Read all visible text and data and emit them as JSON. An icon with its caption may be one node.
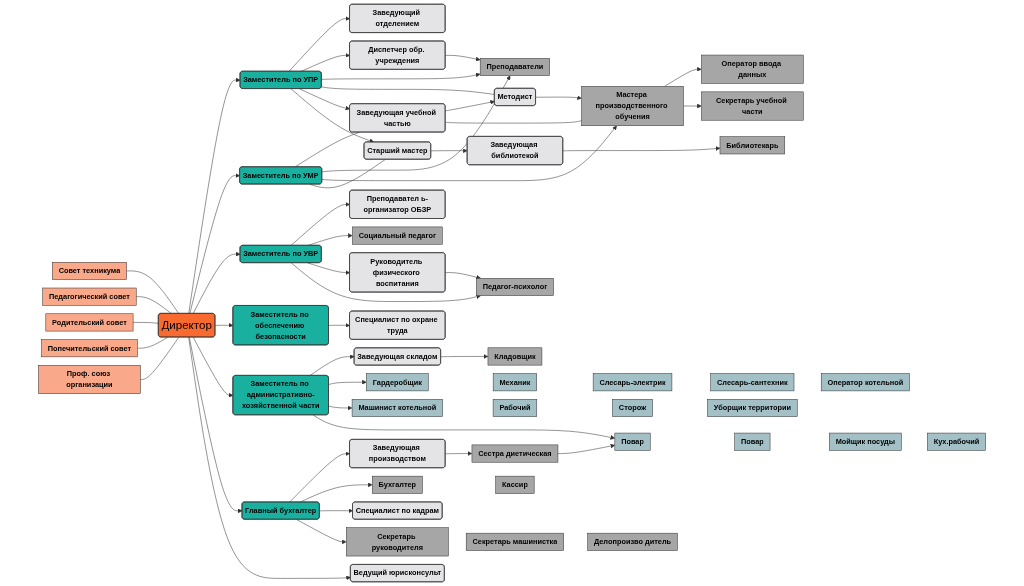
{
  "diagram": {
    "nodes": [
      {
        "text": [
          "Директор"
        ]
      },
      {
        "text": [
          "Совет техникума"
        ]
      },
      {
        "text": [
          "Педагогический совет"
        ]
      },
      {
        "text": [
          "Родительский совет"
        ]
      },
      {
        "text": [
          "Попечительский совет"
        ]
      },
      {
        "text": [
          "Проф. союз организации"
        ]
      },
      {
        "text": [
          "Заместитель по УПР"
        ]
      },
      {
        "text": [
          "Заместитель по УМР"
        ]
      },
      {
        "text": [
          "Заместитель по УВР"
        ]
      },
      {
        "text": [
          "Заместитель по обеспечению безопасности"
        ]
      },
      {
        "text": [
          "Заместитель по административно-хозяйственной части"
        ]
      },
      {
        "text": [
          "Главный бухгалтер"
        ]
      },
      {
        "text": [
          "Заведующий отделением"
        ]
      },
      {
        "text": [
          "Заведующая учебной частью"
        ]
      },
      {
        "text": [
          "Старший мастер"
        ]
      },
      {
        "text": [
          "Диспетчер обр. учреждения"
        ]
      },
      {
        "text": [
          "Методист"
        ]
      },
      {
        "text": [
          "Заведующая библиотекой"
        ]
      },
      {
        "text": [
          "Преподавател ь-организатор ОБЗР"
        ]
      },
      {
        "text": [
          "Руководитель физического воспитания"
        ]
      },
      {
        "text": [
          "Специалист по охране труда"
        ]
      },
      {
        "text": [
          "Заведующая складом"
        ]
      },
      {
        "text": [
          "Заведующая производством"
        ]
      },
      {
        "text": [
          "Специалист по кадрам"
        ]
      },
      {
        "text": [
          "Ведущий юрисконсульт"
        ]
      },
      {
        "text": [
          "Преподаватели"
        ]
      },
      {
        "text": [
          "Мастера производственного обучения"
        ]
      },
      {
        "text": [
          "Библиотекарь"
        ]
      },
      {
        "text": [
          "Социальный педагог"
        ]
      },
      {
        "text": [
          "Педагог-психолог"
        ]
      },
      {
        "text": [
          "Кладовщик"
        ]
      },
      {
        "text": [
          "Сестра диетическая"
        ]
      },
      {
        "text": [
          "Бухгалтер"
        ]
      },
      {
        "text": [
          "Секретарь руководителя"
        ]
      },
      {
        "text": [
          "Кассир"
        ]
      },
      {
        "text": [
          "Секретарь машинистка"
        ]
      },
      {
        "text": [
          "Делопроизво дитель"
        ]
      },
      {
        "text": [
          "Оператор ввода данных"
        ]
      },
      {
        "text": [
          "Секретарь учебной части"
        ]
      },
      {
        "text": [
          "Гардеробщик"
        ]
      },
      {
        "text": [
          "Механик"
        ]
      },
      {
        "text": [
          "Слесарь-электрик"
        ]
      },
      {
        "text": [
          "Слесарь-сантехник"
        ]
      },
      {
        "text": [
          "Оператор котельной"
        ]
      },
      {
        "text": [
          "Машинист котельной"
        ]
      },
      {
        "text": [
          "Рабочий"
        ]
      },
      {
        "text": [
          "Сторож"
        ]
      },
      {
        "text": [
          "Уборщик территории"
        ]
      },
      {
        "text": [
          "Повар"
        ]
      },
      {
        "text": [
          "Повар"
        ]
      },
      {
        "text": [
          "Мойщик посуды"
        ]
      },
      {
        "text": [
          "Кух.рабочий"
        ]
      }
    ],
    "edges": [
      {
        "from": 0,
        "to": 1,
        "arrow": "none"
      },
      {
        "from": 0,
        "to": 2,
        "arrow": "none"
      },
      {
        "from": 0,
        "to": 3,
        "arrow": "none"
      },
      {
        "from": 0,
        "to": 4,
        "arrow": "none"
      },
      {
        "from": 0,
        "to": 5,
        "arrow": "none"
      },
      {
        "from": 0,
        "to": 6,
        "arrow": "to"
      },
      {
        "from": 0,
        "to": 7,
        "arrow": "to"
      },
      {
        "from": 0,
        "to": 8,
        "arrow": "to"
      },
      {
        "from": 0,
        "to": 9,
        "arrow": "to"
      },
      {
        "from": 0,
        "to": 10,
        "arrow": "to"
      },
      {
        "from": 0,
        "to": 11,
        "arrow": "to"
      },
      {
        "from": 0,
        "to": 24,
        "arrow": "to"
      },
      {
        "from": 6,
        "to": 12,
        "arrow": "to"
      },
      {
        "from": 6,
        "to": 15,
        "arrow": "to"
      },
      {
        "from": 6,
        "to": 25,
        "arrow": "to"
      },
      {
        "from": 6,
        "to": 16,
        "arrow": "none"
      },
      {
        "from": 6,
        "to": 13,
        "arrow": "to"
      },
      {
        "from": 6,
        "to": 14,
        "arrow": "to"
      },
      {
        "from": 7,
        "to": 13,
        "arrow": "none"
      },
      {
        "from": 7,
        "to": 25,
        "arrow": "to"
      },
      {
        "from": 7,
        "to": 26,
        "arrow": "to"
      },
      {
        "from": 7,
        "to": 14,
        "arrow": "none"
      },
      {
        "from": 13,
        "to": 16,
        "arrow": "to"
      },
      {
        "from": 13,
        "to": 26,
        "arrow": "none"
      },
      {
        "from": 14,
        "to": 17,
        "arrow": "to"
      },
      {
        "from": 15,
        "to": 25,
        "arrow": "to"
      },
      {
        "from": 16,
        "to": 26,
        "arrow": "to"
      },
      {
        "from": 17,
        "to": 27,
        "arrow": "to"
      },
      {
        "from": 26,
        "to": 37,
        "arrow": "to"
      },
      {
        "from": 26,
        "to": 38,
        "arrow": "to"
      },
      {
        "from": 8,
        "to": 18,
        "arrow": "to"
      },
      {
        "from": 8,
        "to": 28,
        "arrow": "to"
      },
      {
        "from": 8,
        "to": 19,
        "arrow": "to"
      },
      {
        "from": 8,
        "to": 29,
        "arrow": "to"
      },
      {
        "from": 19,
        "to": 29,
        "arrow": "to"
      },
      {
        "from": 9,
        "to": 20,
        "arrow": "to"
      },
      {
        "from": 10,
        "to": 21,
        "arrow": "to"
      },
      {
        "from": 10,
        "to": 39,
        "arrow": "to"
      },
      {
        "from": 10,
        "to": 44,
        "arrow": "to"
      },
      {
        "from": 10,
        "to": 48,
        "arrow": "to"
      },
      {
        "from": 21,
        "to": 30,
        "arrow": "to"
      },
      {
        "from": 22,
        "to": 31,
        "arrow": "to"
      },
      {
        "from": 31,
        "to": 48,
        "arrow": "to"
      },
      {
        "from": 11,
        "to": 22,
        "arrow": "to"
      },
      {
        "from": 11,
        "to": 32,
        "arrow": "to"
      },
      {
        "from": 11,
        "to": 23,
        "arrow": "to"
      },
      {
        "from": 11,
        "to": 33,
        "arrow": "to"
      }
    ]
  }
}
